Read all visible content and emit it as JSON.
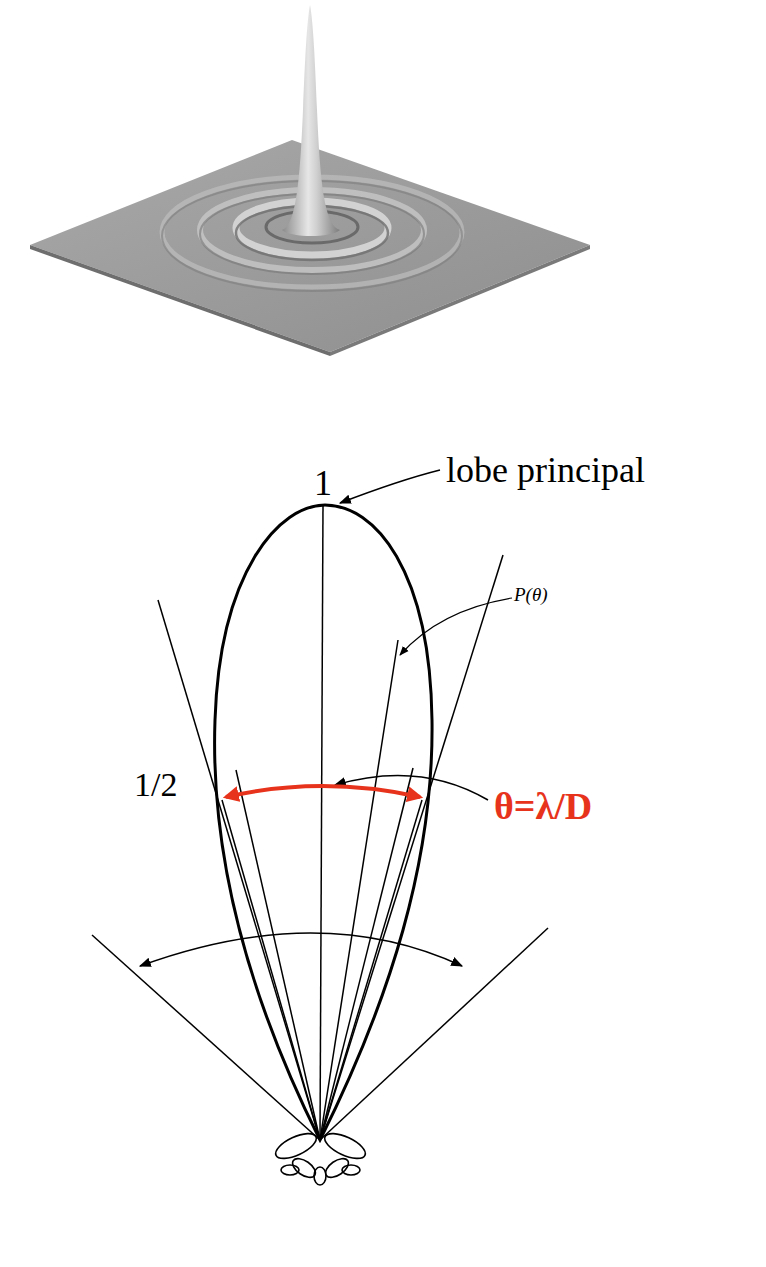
{
  "diagram": {
    "labels": [
      "1",
      "lobe principal",
      "P(θ)",
      "θ=λ/D",
      "1/2"
    ]
  }
}
